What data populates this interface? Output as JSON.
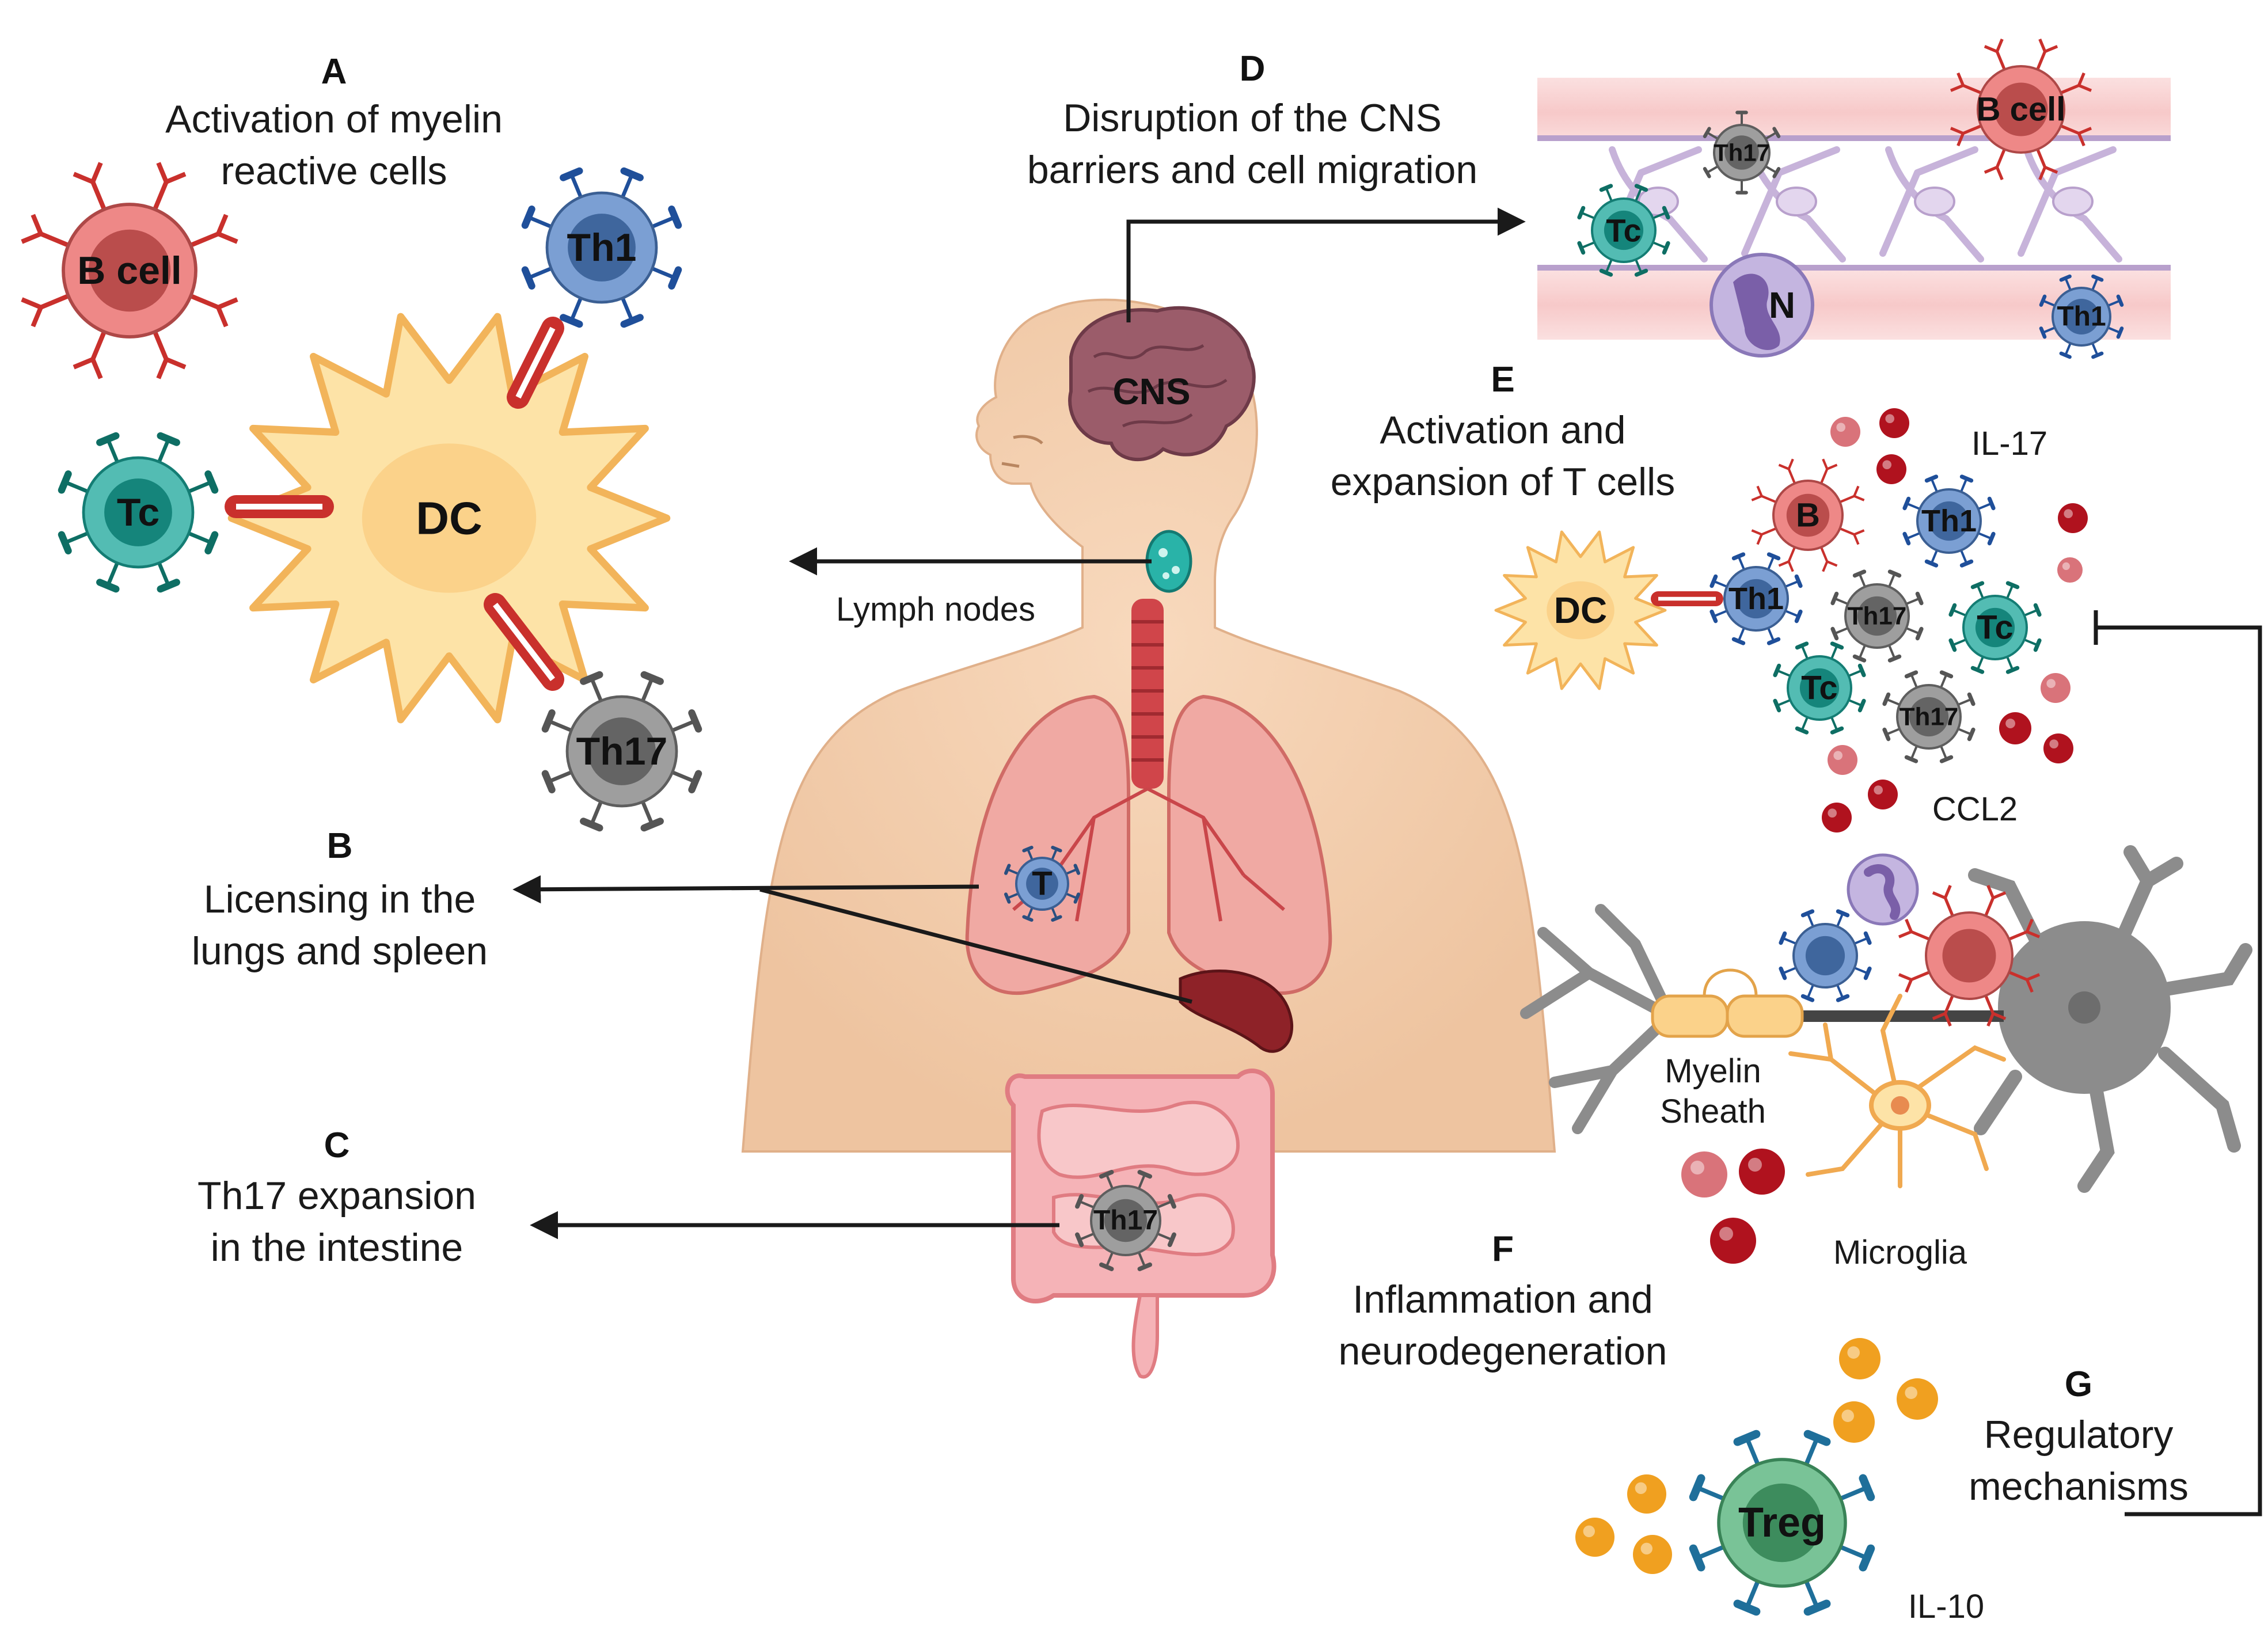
{
  "sections": {
    "A": {
      "letter": "A",
      "line1": "Activation of myelin",
      "line2": "reactive cells"
    },
    "B": {
      "letter": "B",
      "line1": "Licensing in the",
      "line2": "lungs and spleen"
    },
    "C": {
      "letter": "C",
      "line1": "Th17 expansion",
      "line2": "in the intestine"
    },
    "D": {
      "letter": "D",
      "line1": "Disruption of the CNS",
      "line2": "barriers and cell migration"
    },
    "E": {
      "letter": "E",
      "line1": "Activation and",
      "line2": "expansion of T cells"
    },
    "F": {
      "letter": "F",
      "line1": "Inflammation and",
      "line2": "neurodegeneration"
    },
    "G": {
      "letter": "G",
      "line1": "Regulatory",
      "line2": "mechanisms"
    }
  },
  "labels": {
    "lymph_nodes": "Lymph nodes",
    "cns": "CNS",
    "il17": "IL-17",
    "ccl2": "CCL2",
    "myelin1": "Myelin",
    "myelin2": "Sheath",
    "microglia": "Microglia",
    "il10": "IL-10"
  },
  "cells": {
    "b_cell": "B cell",
    "th1": "Th1",
    "tc": "Tc",
    "dc": "DC",
    "th17": "Th17",
    "t": "T",
    "n": "N",
    "b": "B",
    "treg": "Treg"
  },
  "colors": {
    "bcell": "#e8605f",
    "th1": "#4f7fc4",
    "tc": "#1aa69a",
    "th17": "#7d7d7d",
    "dc": "#fde3a7",
    "treg": "#4caf74",
    "neutrophil": "#9b8ac2",
    "receptor_red": "#c9302c",
    "receptor_blue": "#1f4f9a",
    "receptor_teal": "#0e6e64",
    "receptor_gray": "#555555",
    "cytokine_red": "#b0121e",
    "cytokine_orange": "#f0a020"
  }
}
